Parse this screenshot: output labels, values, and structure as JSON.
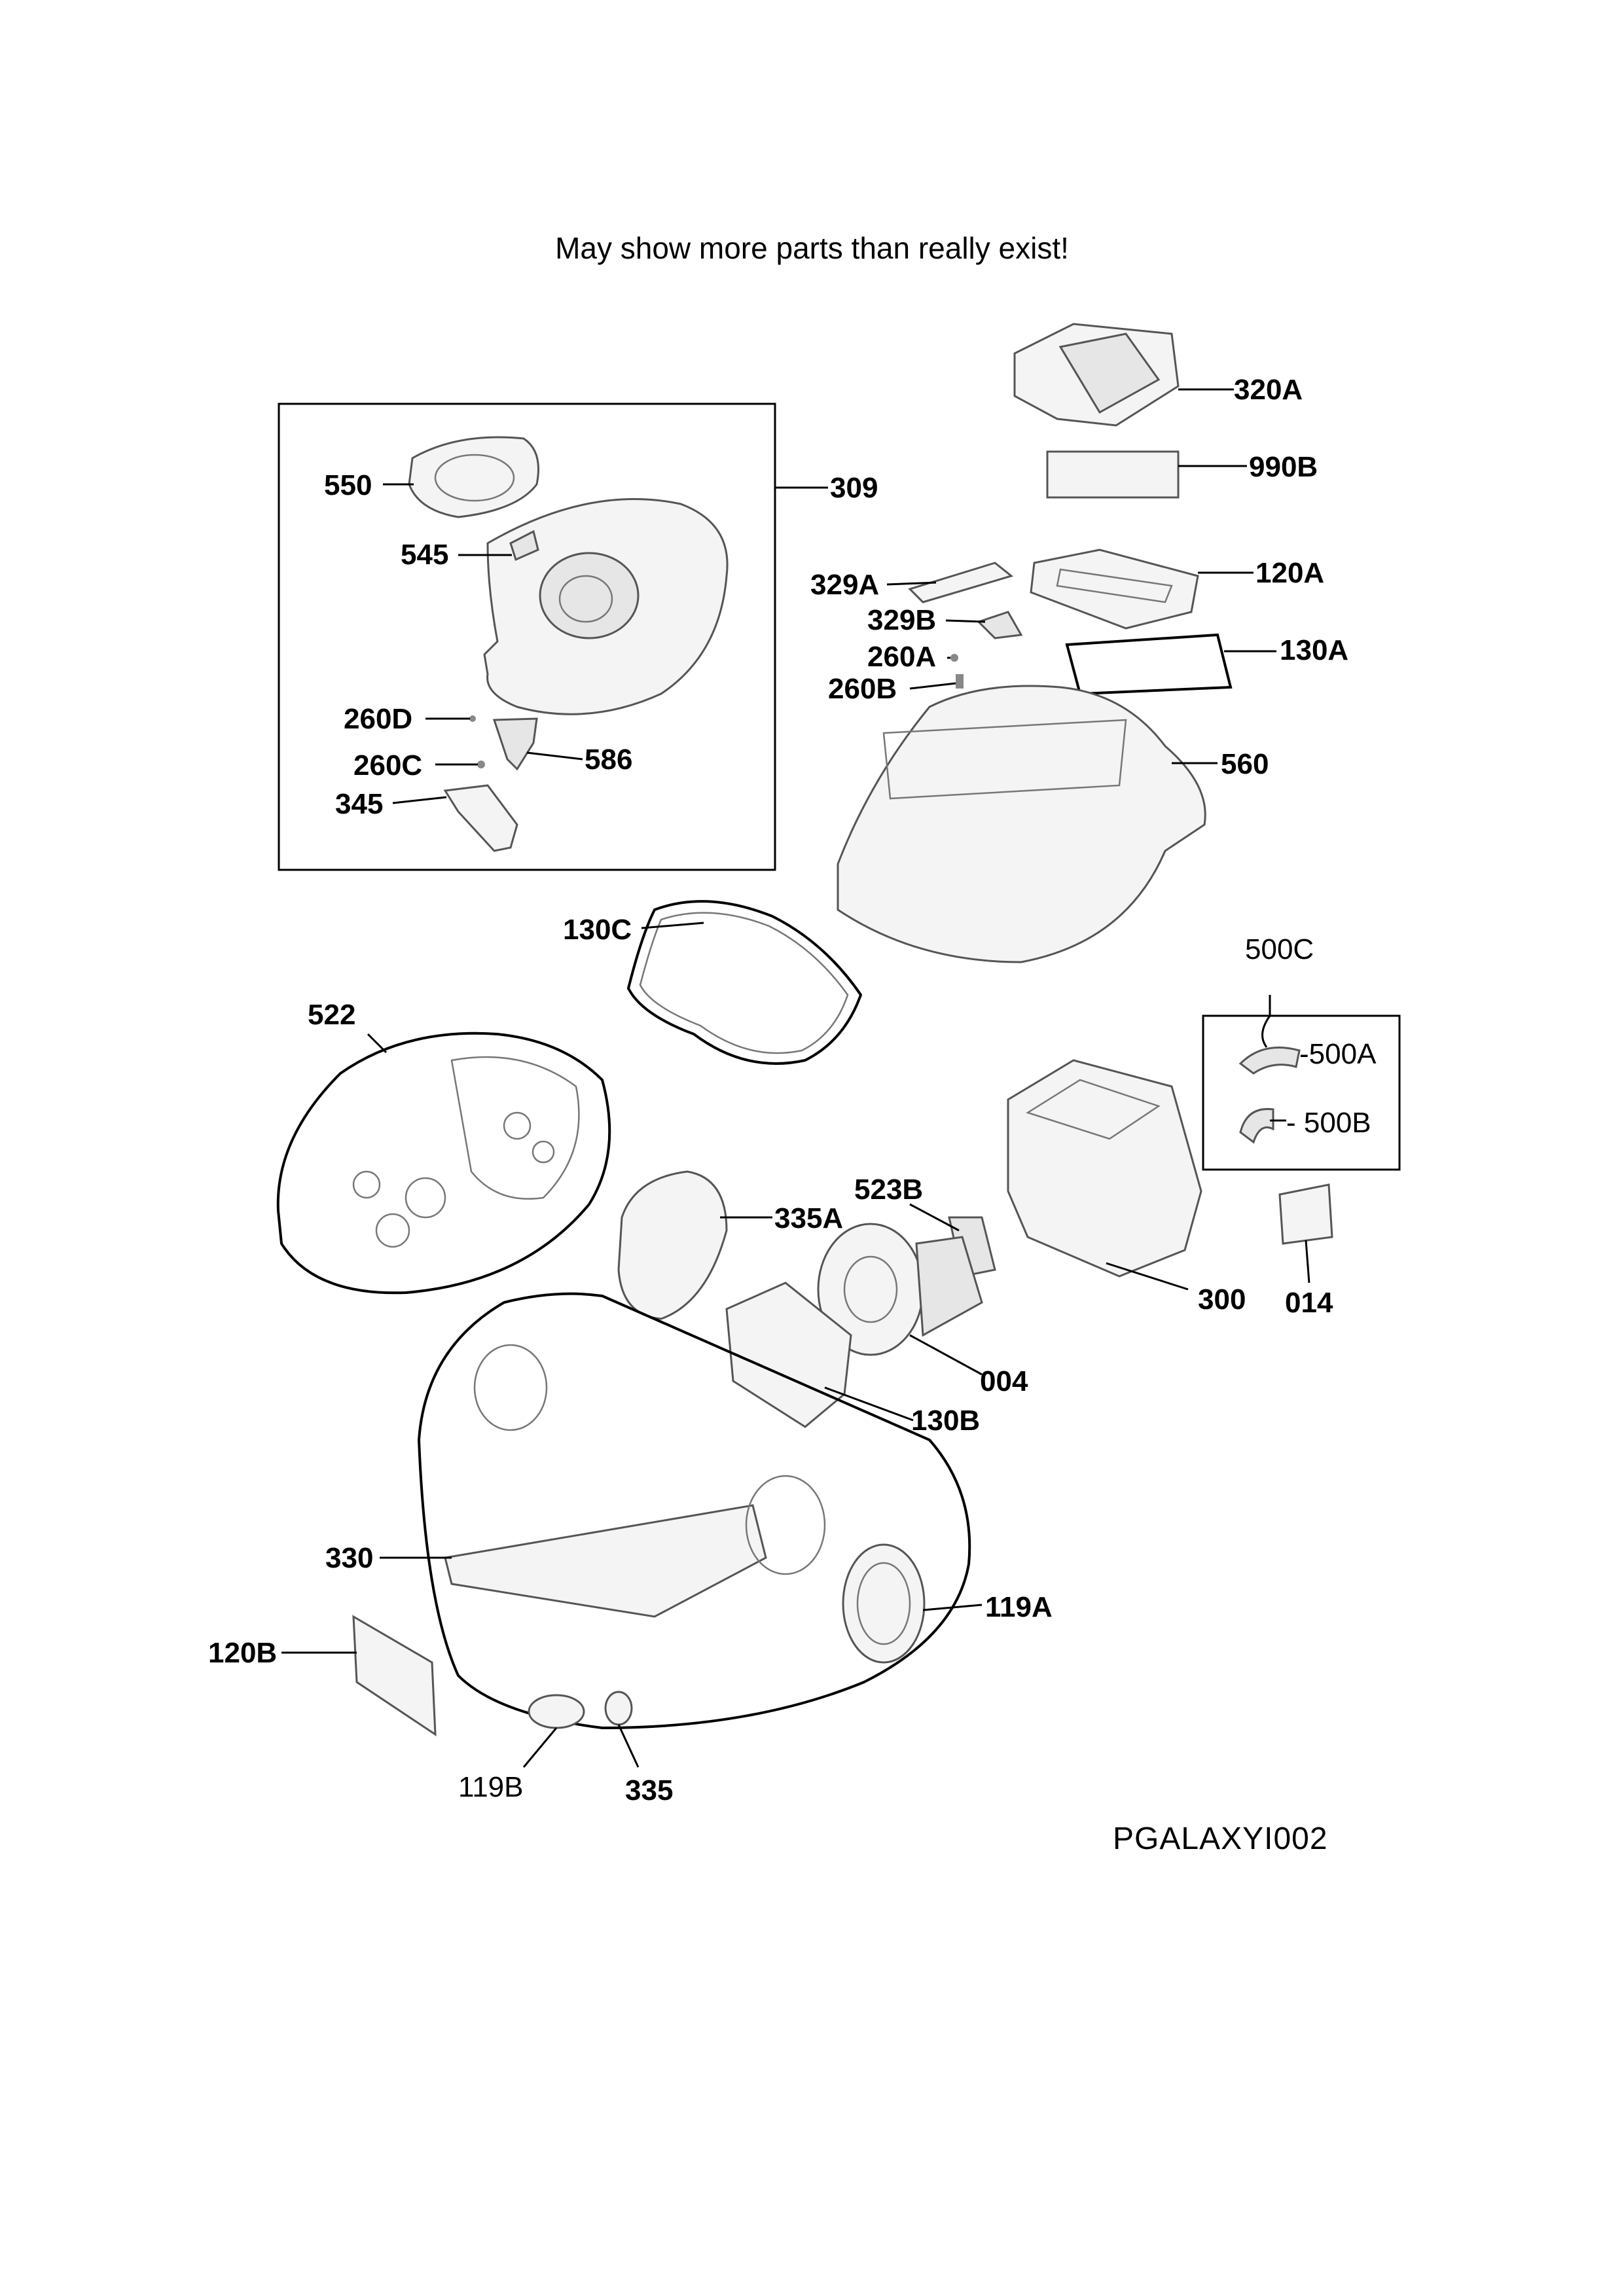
{
  "note": "May show more parts than really exist!",
  "diagram_code": "PGALAXYI002",
  "part_labels": {
    "p320A": "320A",
    "p990B": "990B",
    "p120A": "120A",
    "p130A": "130A",
    "p309": "309",
    "p550": "550",
    "p545": "545",
    "p260D": "260D",
    "p586": "586",
    "p260C": "260C",
    "p345": "345",
    "p329A": "329A",
    "p329B": "329B",
    "p260A": "260A",
    "p260B": "260B",
    "p560": "560",
    "p130C": "130C",
    "p500C": "500C",
    "p500A": "-500A",
    "p500B": "- 500B",
    "p522": "522",
    "p523B": "523B",
    "p335A": "335A",
    "p300": "300",
    "p014": "014",
    "p004": "004",
    "p130B": "130B",
    "p330": "330",
    "p119A": "119A",
    "p120B": "120B",
    "p119B": "119B",
    "p335": "335"
  }
}
